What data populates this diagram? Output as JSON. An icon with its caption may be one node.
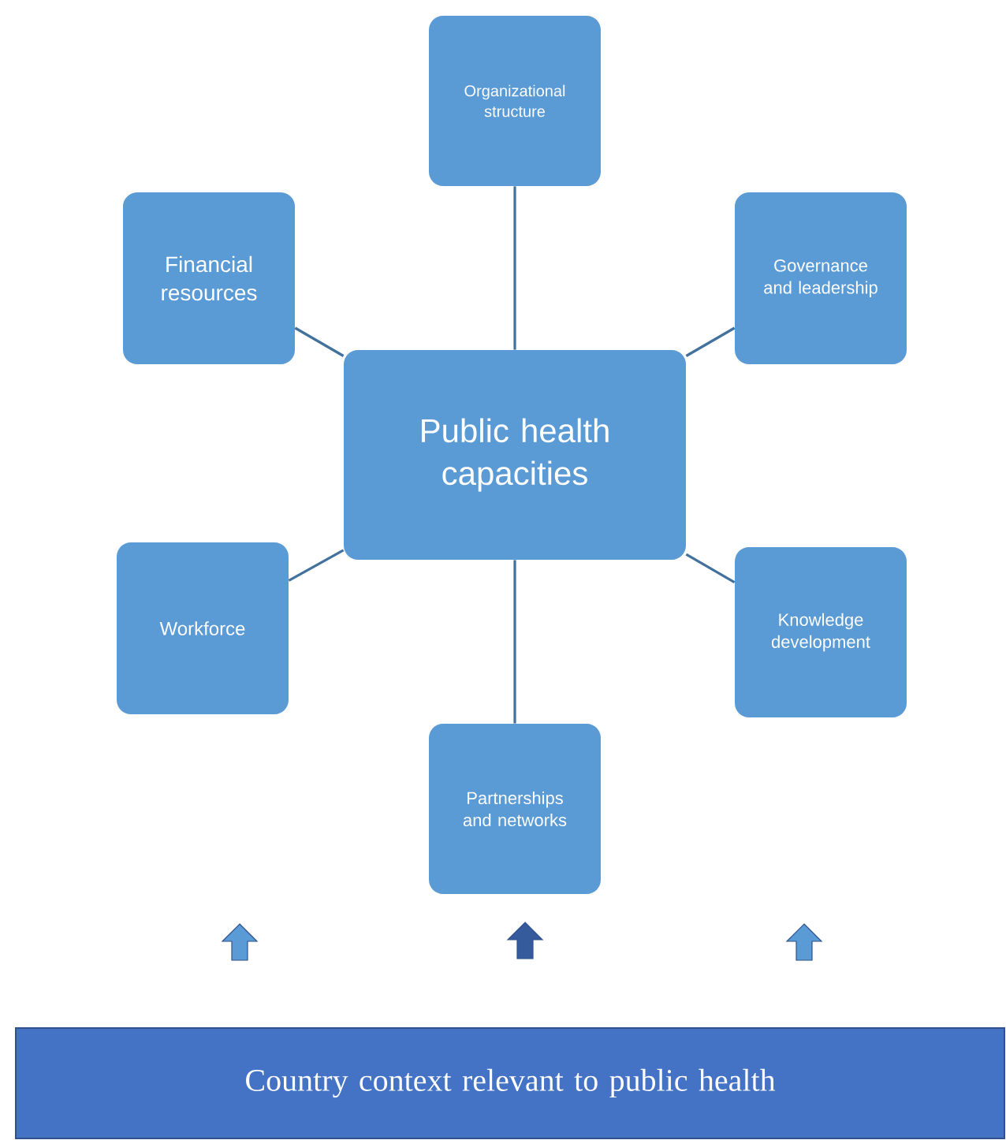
{
  "diagram": {
    "nodes": [
      {
        "text": [
          "Organizational structure"
        ]
      },
      {
        "text": [
          "Financial resources"
        ]
      },
      {
        "text": [
          "Governance and leadership"
        ]
      },
      {
        "text": [
          "Public health capacities"
        ]
      },
      {
        "text": [
          "Workforce"
        ]
      },
      {
        "text": [
          "Knowledge development"
        ]
      },
      {
        "text": [
          "Partnerships and networks"
        ]
      },
      {
        "text": [
          "Country context relevant to public health"
        ]
      }
    ],
    "edges": [
      {
        "from": 3,
        "to": 0,
        "arrow": "none"
      },
      {
        "from": 3,
        "to": 1,
        "arrow": "none"
      },
      {
        "from": 3,
        "to": 2,
        "arrow": "none"
      },
      {
        "from": 3,
        "to": 4,
        "arrow": "none"
      },
      {
        "from": 3,
        "to": 5,
        "arrow": "none"
      },
      {
        "from": 3,
        "to": 6,
        "arrow": "none"
      }
    ]
  }
}
